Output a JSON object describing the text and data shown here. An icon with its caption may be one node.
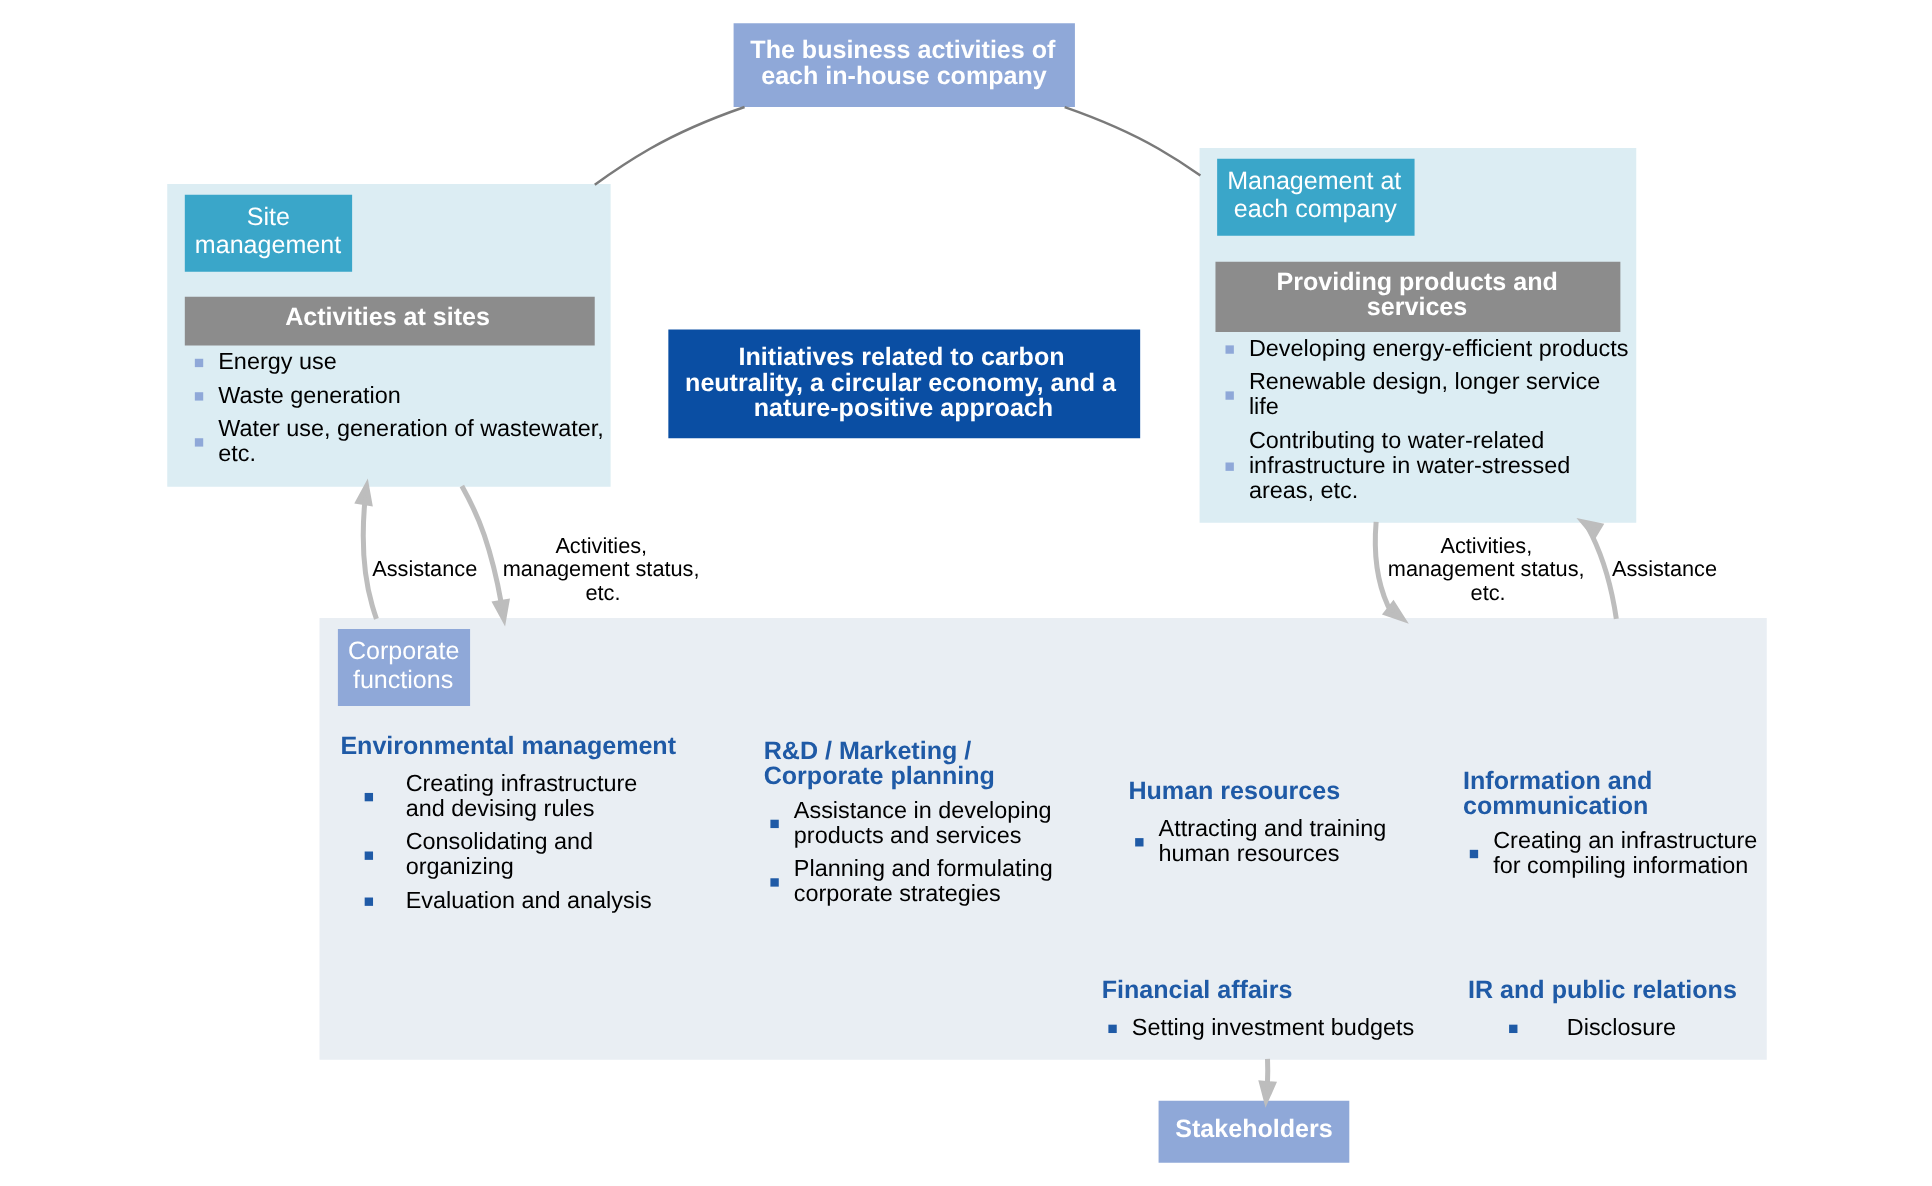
{
  "diagram": {
    "nodes": [
      {
        "text": [
          "The business activities of each in-house company"
        ]
      },
      {
        "text": [
          "Site management"
        ]
      },
      {
        "text": [
          "Activities at sites",
          "Energy use",
          "Waste generation",
          "Water use, generation of wastewater, etc."
        ],
        "in": 1
      },
      {
        "text": [
          "Initiatives related to carbon neutrality, a circular economy, and a nature-positive approach"
        ]
      },
      {
        "text": [
          "Management at each company"
        ]
      },
      {
        "text": [
          "Providing products and services",
          "Developing energy-efficient products",
          "Renewable design, longer service life",
          "Contributing to water-related infrastructure in water-stressed areas, etc."
        ],
        "in": 4
      },
      {
        "text": [
          "Corporate functions"
        ]
      },
      {
        "text": [
          "Environmental management",
          "Creating infrastructure and devising rules",
          "Consolidating and organizing",
          "Evaluation and analysis"
        ],
        "in": 6
      },
      {
        "text": [
          "R&D / Marketing / Corporate planning",
          "Assistance in developing products and services",
          "Planning and formulating corporate strategies"
        ],
        "in": 6
      },
      {
        "text": [
          "Human resources",
          "Attracting and training human resources"
        ],
        "in": 6
      },
      {
        "text": [
          "Financial affairs",
          "Setting investment budgets"
        ],
        "in": 6
      },
      {
        "text": [
          "Information and communication",
          "Creating an infrastructure for compiling information"
        ],
        "in": 6
      },
      {
        "text": [
          "IR and public relations",
          "Disclosure"
        ],
        "in": 6
      },
      {
        "text": [
          "Stakeholders"
        ]
      }
    ],
    "edges": [
      {
        "from": 0,
        "to": 1,
        "arrow": "none",
        "color": "#7a7a7a"
      },
      {
        "from": 0,
        "to": 4,
        "arrow": "none",
        "color": "#7a7a7a"
      },
      {
        "from": 6,
        "to": 1,
        "arrow": "to",
        "label": "Assistance"
      },
      {
        "from": 1,
        "to": 6,
        "arrow": "to",
        "label": "Activities, management status, etc."
      },
      {
        "from": 4,
        "to": 6,
        "arrow": "to",
        "label": "Activities, management status, etc."
      },
      {
        "from": 6,
        "to": 4,
        "arrow": "to",
        "label": "Assistance"
      },
      {
        "from": 6,
        "to": 13,
        "arrow": "to"
      }
    ]
  }
}
